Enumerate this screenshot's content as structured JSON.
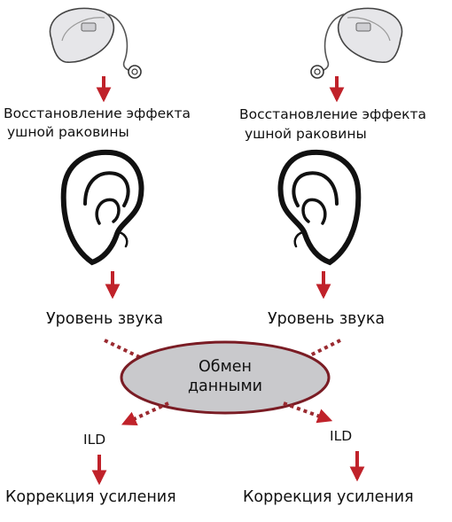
{
  "colors": {
    "arrow": "#c0222a",
    "ellipse_fill": "#c9c9cc",
    "ellipse_stroke": "#7a1c24",
    "outline": "#111111"
  },
  "icons": {
    "device": "hearing-aid-icon",
    "ear_left": "ear-left-icon",
    "ear_right": "ear-right-icon"
  },
  "left": {
    "restore_line1": "Восстановление эффекта",
    "restore_line2": "ушной раковины",
    "level": "Уровень звука",
    "ild": "ILD",
    "correction": "Коррекция усиления"
  },
  "right": {
    "restore_line1": "Восстановление эффекта",
    "restore_line2": "ушной раковины",
    "level": "Уровень звука",
    "ild": "ILD",
    "correction": "Коррекция усиления"
  },
  "exchange": {
    "line1": "Обмен",
    "line2": "данными"
  }
}
